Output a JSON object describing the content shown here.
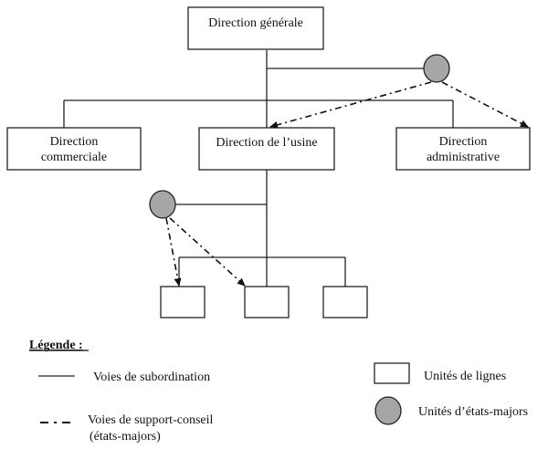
{
  "diagram": {
    "nodes": {
      "dg": "Direction générale",
      "commerciale": [
        "Direction",
        "commerciale"
      ],
      "usine": "Direction de l’usine",
      "administrative": [
        "Direction",
        "administrative"
      ]
    },
    "legend": {
      "title": "Légende :",
      "subordination": "Voies de subordination",
      "support": [
        "Voies de support-conseil",
        "(états-majors)"
      ],
      "line_units": "Unités de lignes",
      "staff_units": "Unités d’états-majors"
    },
    "colors": {
      "staff_fill": "#a6a6a6",
      "stroke": "#222222"
    }
  }
}
